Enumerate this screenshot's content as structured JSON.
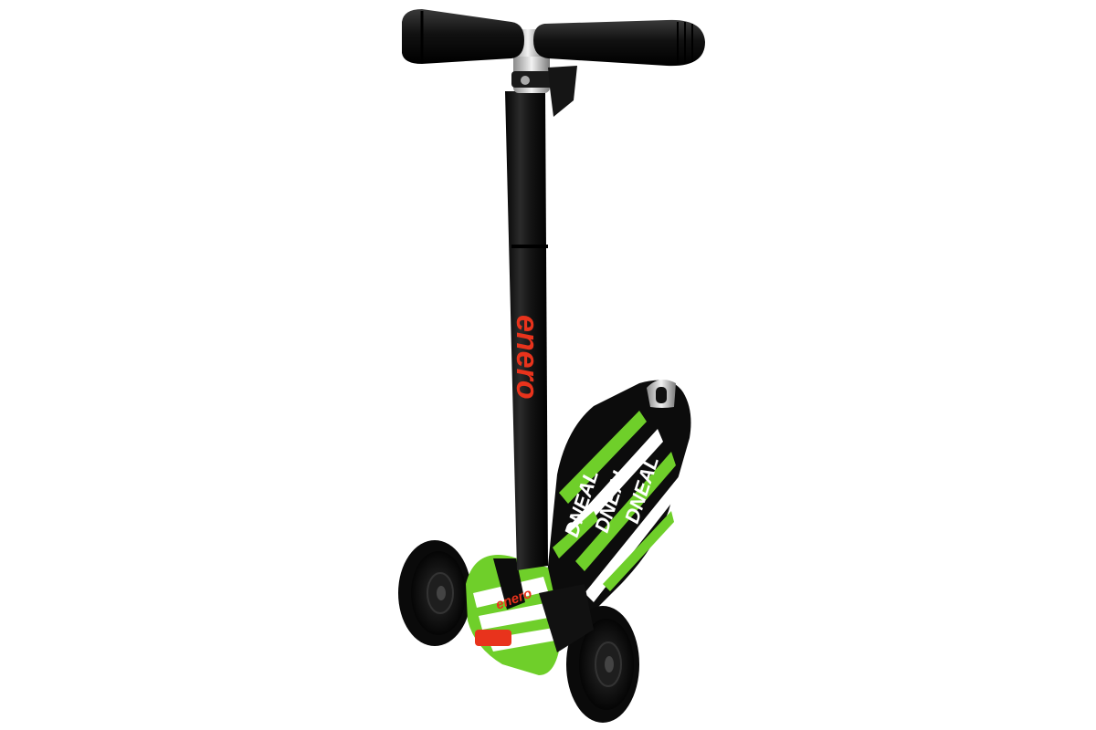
{
  "product": {
    "stem_brand": "enero",
    "front_brand": "enero",
    "deck_graphic_word": "DNEAL"
  },
  "colors": {
    "background": "#ffffff",
    "frame": "#111111",
    "brand_red": "#e8331c",
    "accent_green": "#6fcf2a",
    "chrome": "#c9c9c9"
  }
}
